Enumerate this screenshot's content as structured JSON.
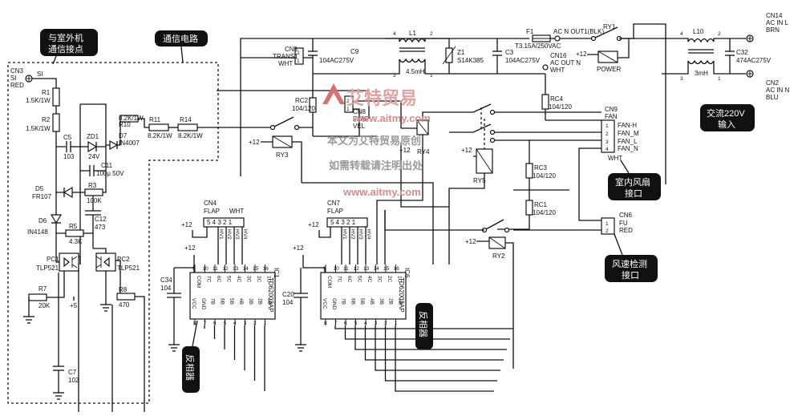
{
  "callouts": {
    "outdoor_comm": [
      "与室外机",
      "通信接点"
    ],
    "comm_circuit": "通信电路",
    "ac_input": [
      "交流220V",
      "输入"
    ],
    "fan_port": [
      "室内风扇",
      "接口"
    ],
    "speed_port": [
      "风速检测",
      "接口"
    ],
    "inverter_left": "反相器",
    "inverter_right": "反相器"
  },
  "watermark": {
    "brand": "艾特贸易",
    "url1": "www.aitmy.com",
    "notice1": "本文为艾特贸易原创",
    "notice2": "如需转载请注明出处",
    "url2": "www.aitmy.com"
  },
  "labels": {
    "cn3": [
      "CN3",
      "SI",
      "RED"
    ],
    "si": "SI",
    "r1": [
      "R1",
      "1.5K/1W"
    ],
    "r2": [
      "R2",
      "1.5K/1W"
    ],
    "c5": [
      "C5",
      "103"
    ],
    "zd1": [
      "ZD1",
      "24V"
    ],
    "d7": [
      "D7",
      "IN4007"
    ],
    "r10": [
      "R10",
      "8.2K/1W"
    ],
    "r11": [
      "R11",
      "8.2K/1W"
    ],
    "r14": [
      "R14",
      "8.2K/1W"
    ],
    "c11": [
      "C11",
      "100μ 50V"
    ],
    "d5": [
      "D5",
      "FR107"
    ],
    "r3": [
      "R3",
      "100K"
    ],
    "c12": [
      "C12",
      "473"
    ],
    "d6": [
      "D6",
      "IN4148"
    ],
    "r5": [
      "R5",
      "4.3K"
    ],
    "pc1": [
      "PC1",
      "TLP521"
    ],
    "pc2": [
      "PC2",
      "TLP521"
    ],
    "r7": [
      "R7",
      "20K"
    ],
    "r8": [
      "R8",
      "470"
    ],
    "plus5": "+5",
    "c7": [
      "C7",
      "102"
    ],
    "cn5": [
      "CN5",
      "TRANS1",
      "WHT"
    ],
    "c9": [
      "C9",
      "104AC275V"
    ],
    "l1": [
      "L1",
      "4.5mH"
    ],
    "z1": [
      "Z1",
      "S14K385"
    ],
    "c3": [
      "C3",
      "104AC275V"
    ],
    "f1": [
      "F1",
      "T3.15A/250VAC"
    ],
    "acn_out1": "AC N OUT1(BLK)",
    "ry1": "RY1",
    "cn16": [
      "CN16",
      "AC OUT N",
      "WHT"
    ],
    "power": "POWER",
    "plus12_ry1": "+12",
    "l10": [
      "L10",
      "3mH"
    ],
    "c32": [
      "C32",
      "474AC275V"
    ],
    "cn14": [
      "CN14",
      "AC IN L",
      "BRN"
    ],
    "cn2": [
      "CN2",
      "AC IN N",
      "BLU"
    ],
    "rc2": [
      "RC2",
      "104/120"
    ],
    "cn8": [
      "CN8",
      "FLAP",
      "VEL"
    ],
    "rc4": [
      "RC4",
      "104/120"
    ],
    "cn9": [
      "CN9",
      "FAN",
      "WHT"
    ],
    "fan_pins": [
      "FAN-H",
      "FAN_M",
      "FAN_L",
      "FAN_N"
    ],
    "ry3": "RY3",
    "plus12_ry3": "+12",
    "ry4": "RY4",
    "plus12_ry4": "+12",
    "ry5": "RY5",
    "plus12_ry5": "+12",
    "rc3": [
      "RC3",
      "104/120"
    ],
    "rc1": [
      "RC1",
      "104/120"
    ],
    "cn6": [
      "CN6",
      "FU",
      "RED"
    ],
    "ry2": "RY2",
    "plus12_ry2": "+12",
    "cn4": [
      "CN4",
      "FLAP",
      "WHT"
    ],
    "cn4_pins": "5 4 3 2 1",
    "cn7": [
      "CN7",
      "FLAP"
    ],
    "cn7_pins": "5 4 3 2 1",
    "plus12_cn4": "+12",
    "plus12_cn7": "+12",
    "plus12_ic1": "+12",
    "plus12_ic6": "+12",
    "c34": [
      "C34",
      "104"
    ],
    "c20": [
      "C20",
      "104"
    ],
    "ic1": [
      "IC1",
      "TD62003AP"
    ],
    "ic6": [
      "IC6",
      "TD62003AP"
    ],
    "ic_top_pins": [
      "9",
      "10",
      "11",
      "12",
      "13",
      "14",
      "15",
      "16"
    ],
    "ic_out_names": [
      "COM",
      "7C",
      "6C",
      "5C",
      "4C",
      "3C",
      "2C",
      "1C"
    ],
    "ic_in_names": [
      "VCC",
      "GND",
      "7B",
      "6B",
      "5B",
      "4B",
      "3B",
      "2B",
      "1B"
    ],
    "ic_bot_pins": [
      "8",
      "7",
      "6",
      "5",
      "4",
      "3",
      "2",
      "1"
    ],
    "hv_top": [
      "HV1",
      "HV2",
      "HV3",
      "HV4"
    ]
  }
}
